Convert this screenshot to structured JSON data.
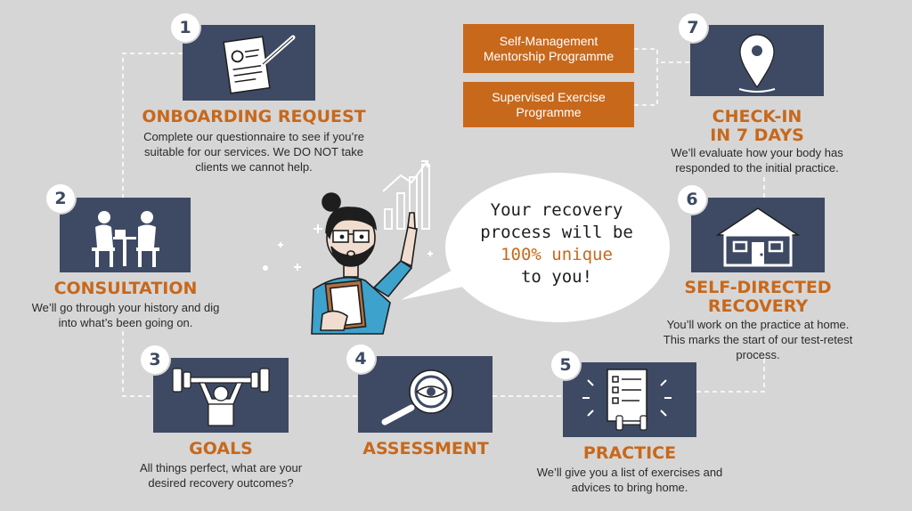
{
  "colors": {
    "background": "#d6d6d6",
    "tile": "#3e4a63",
    "accent": "#c8681b",
    "text": "#2a2a2a"
  },
  "steps": [
    {
      "number": "1",
      "title": "ONBOARDING REQUEST",
      "description": "Complete our questionnaire to see if you’re suitable for our services. We DO NOT take clients we cannot help.",
      "icon": "clipboard-pen-icon"
    },
    {
      "number": "2",
      "title": "CONSULTATION",
      "description": "We’ll go through your history and dig into what’s been going on.",
      "icon": "consultation-people-icon"
    },
    {
      "number": "3",
      "title": "GOALS",
      "description": "All things perfect, what are your desired recovery outcomes?",
      "icon": "weightlifter-icon"
    },
    {
      "number": "4",
      "title": "ASSESSMENT",
      "description": "",
      "icon": "magnifier-eye-icon"
    },
    {
      "number": "5",
      "title": "PRACTICE",
      "description": "We’ll give you a list of exercises and advices to bring home.",
      "icon": "checklist-dumbbell-icon"
    },
    {
      "number": "6",
      "title_line1": "SELF-DIRECTED",
      "title_line2": "RECOVERY",
      "description": "You’ll work on the practice at home. This marks the start of our test-retest process.",
      "icon": "house-icon"
    },
    {
      "number": "7",
      "title_line1": "CHECK-IN",
      "title_line2": "IN 7 DAYS",
      "description": "We’ll evaluate how your body has responded to the initial practice.",
      "icon": "location-pin-icon"
    }
  ],
  "options": [
    {
      "line1": "Self-Management",
      "line2": "Mentorship Programme"
    },
    {
      "line1": "Supervised Exercise",
      "line2": "Programme"
    }
  ],
  "bubble": {
    "line1": "Your recovery",
    "line2": "process will be",
    "highlight": "100% unique",
    "line4": "to you!"
  }
}
